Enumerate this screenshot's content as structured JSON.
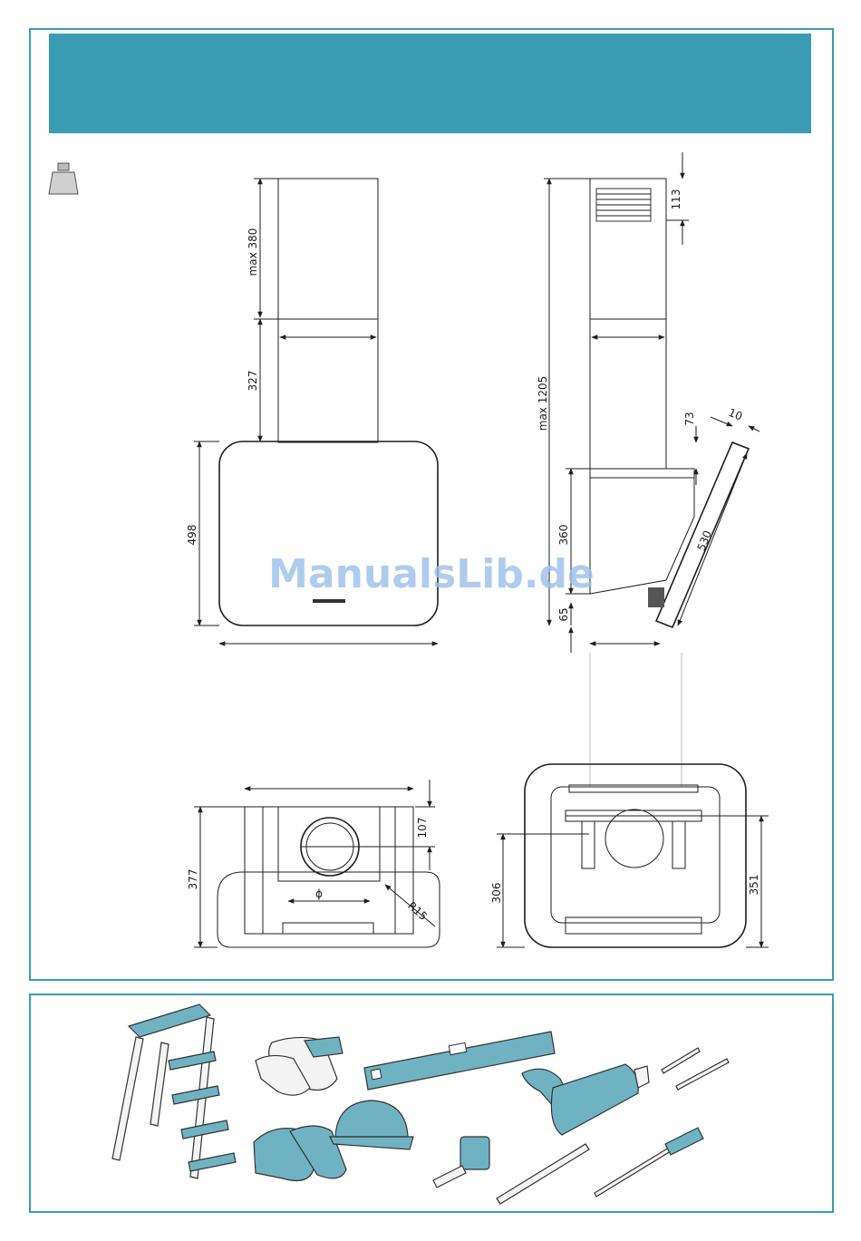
{
  "watermark": "ManualsLib.de",
  "front_view": {
    "dim_max_380": "max 380",
    "dim_327": "327",
    "dim_498": "498"
  },
  "side_view": {
    "dim_113": "113",
    "dim_max_1205": "max 1205",
    "dim_73": "73",
    "dim_10": "10",
    "dim_360": "360",
    "dim_530": "530",
    "dim_65": "65"
  },
  "bottom_left_view": {
    "dim_107": "107",
    "dim_377": "377",
    "dim_r15": "R15",
    "dim_diameter": "ϕ"
  },
  "bottom_right_view": {
    "dim_306": "306",
    "dim_351": "351"
  },
  "tools": [
    "step-ladder-icon",
    "gloves-icon",
    "safety-boots-icon",
    "hard-hat-icon",
    "spirit-level-icon",
    "tape-measure-icon",
    "pencil-icon",
    "drill-icon",
    "drill-bits-icon",
    "screwdriver-icon"
  ],
  "colors": {
    "accent": "#3a9cb3",
    "tool_fill": "#6fb3c3"
  }
}
